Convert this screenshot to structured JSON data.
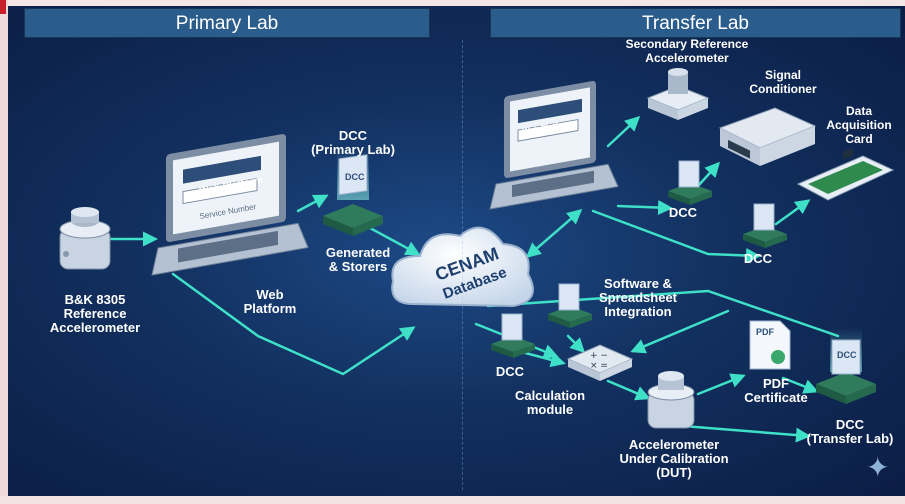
{
  "headers": {
    "primary": "Primary Lab",
    "transfer": "Transfer Lab"
  },
  "labels": {
    "bk8305": "B&K 8305\nReference\nAccelerometer",
    "web_platform": "Web\nPlatform",
    "generated": "Generated\n& Storers",
    "dcc_primary": "DCC\n(Primary Lab)",
    "secondary_ref": "Secondary Reference\nAccelerometer",
    "signal_conditioner": "Signal\nConditioner",
    "data_acq": "Data\nAcquisition\nCard",
    "dcc_a": "DCC",
    "dcc_b": "DCC",
    "dcc_c": "DCC",
    "software": "Software &\nSpreadsheet\nIntegration",
    "calc_module": "Calculation\nmodule",
    "pdf_cert": "PDF\nCertificate",
    "dut": "Accelerometer\nUnder Calibration\n(DUT)",
    "dcc_transfer": "DCC\n(Transfer Lab)"
  },
  "screen_text": {
    "web_platform_title": "Web Platform",
    "service_number": "Service Number"
  },
  "cloud": {
    "line1": "CENAM",
    "line2": "Database"
  },
  "icon_text": {
    "dcc": "DCC",
    "pdf": "PDF"
  },
  "colors": {
    "background": "#12305f",
    "header": "#2a5d8c",
    "connector": "#3fe0c8",
    "text": "#ffffff"
  },
  "icons": [
    "accelerometer-icon",
    "laptop-icon",
    "dcc-document-icon",
    "cloud-database-icon",
    "signal-conditioner-icon",
    "data-acquisition-card-icon",
    "calculator-icon",
    "pdf-certificate-icon"
  ]
}
